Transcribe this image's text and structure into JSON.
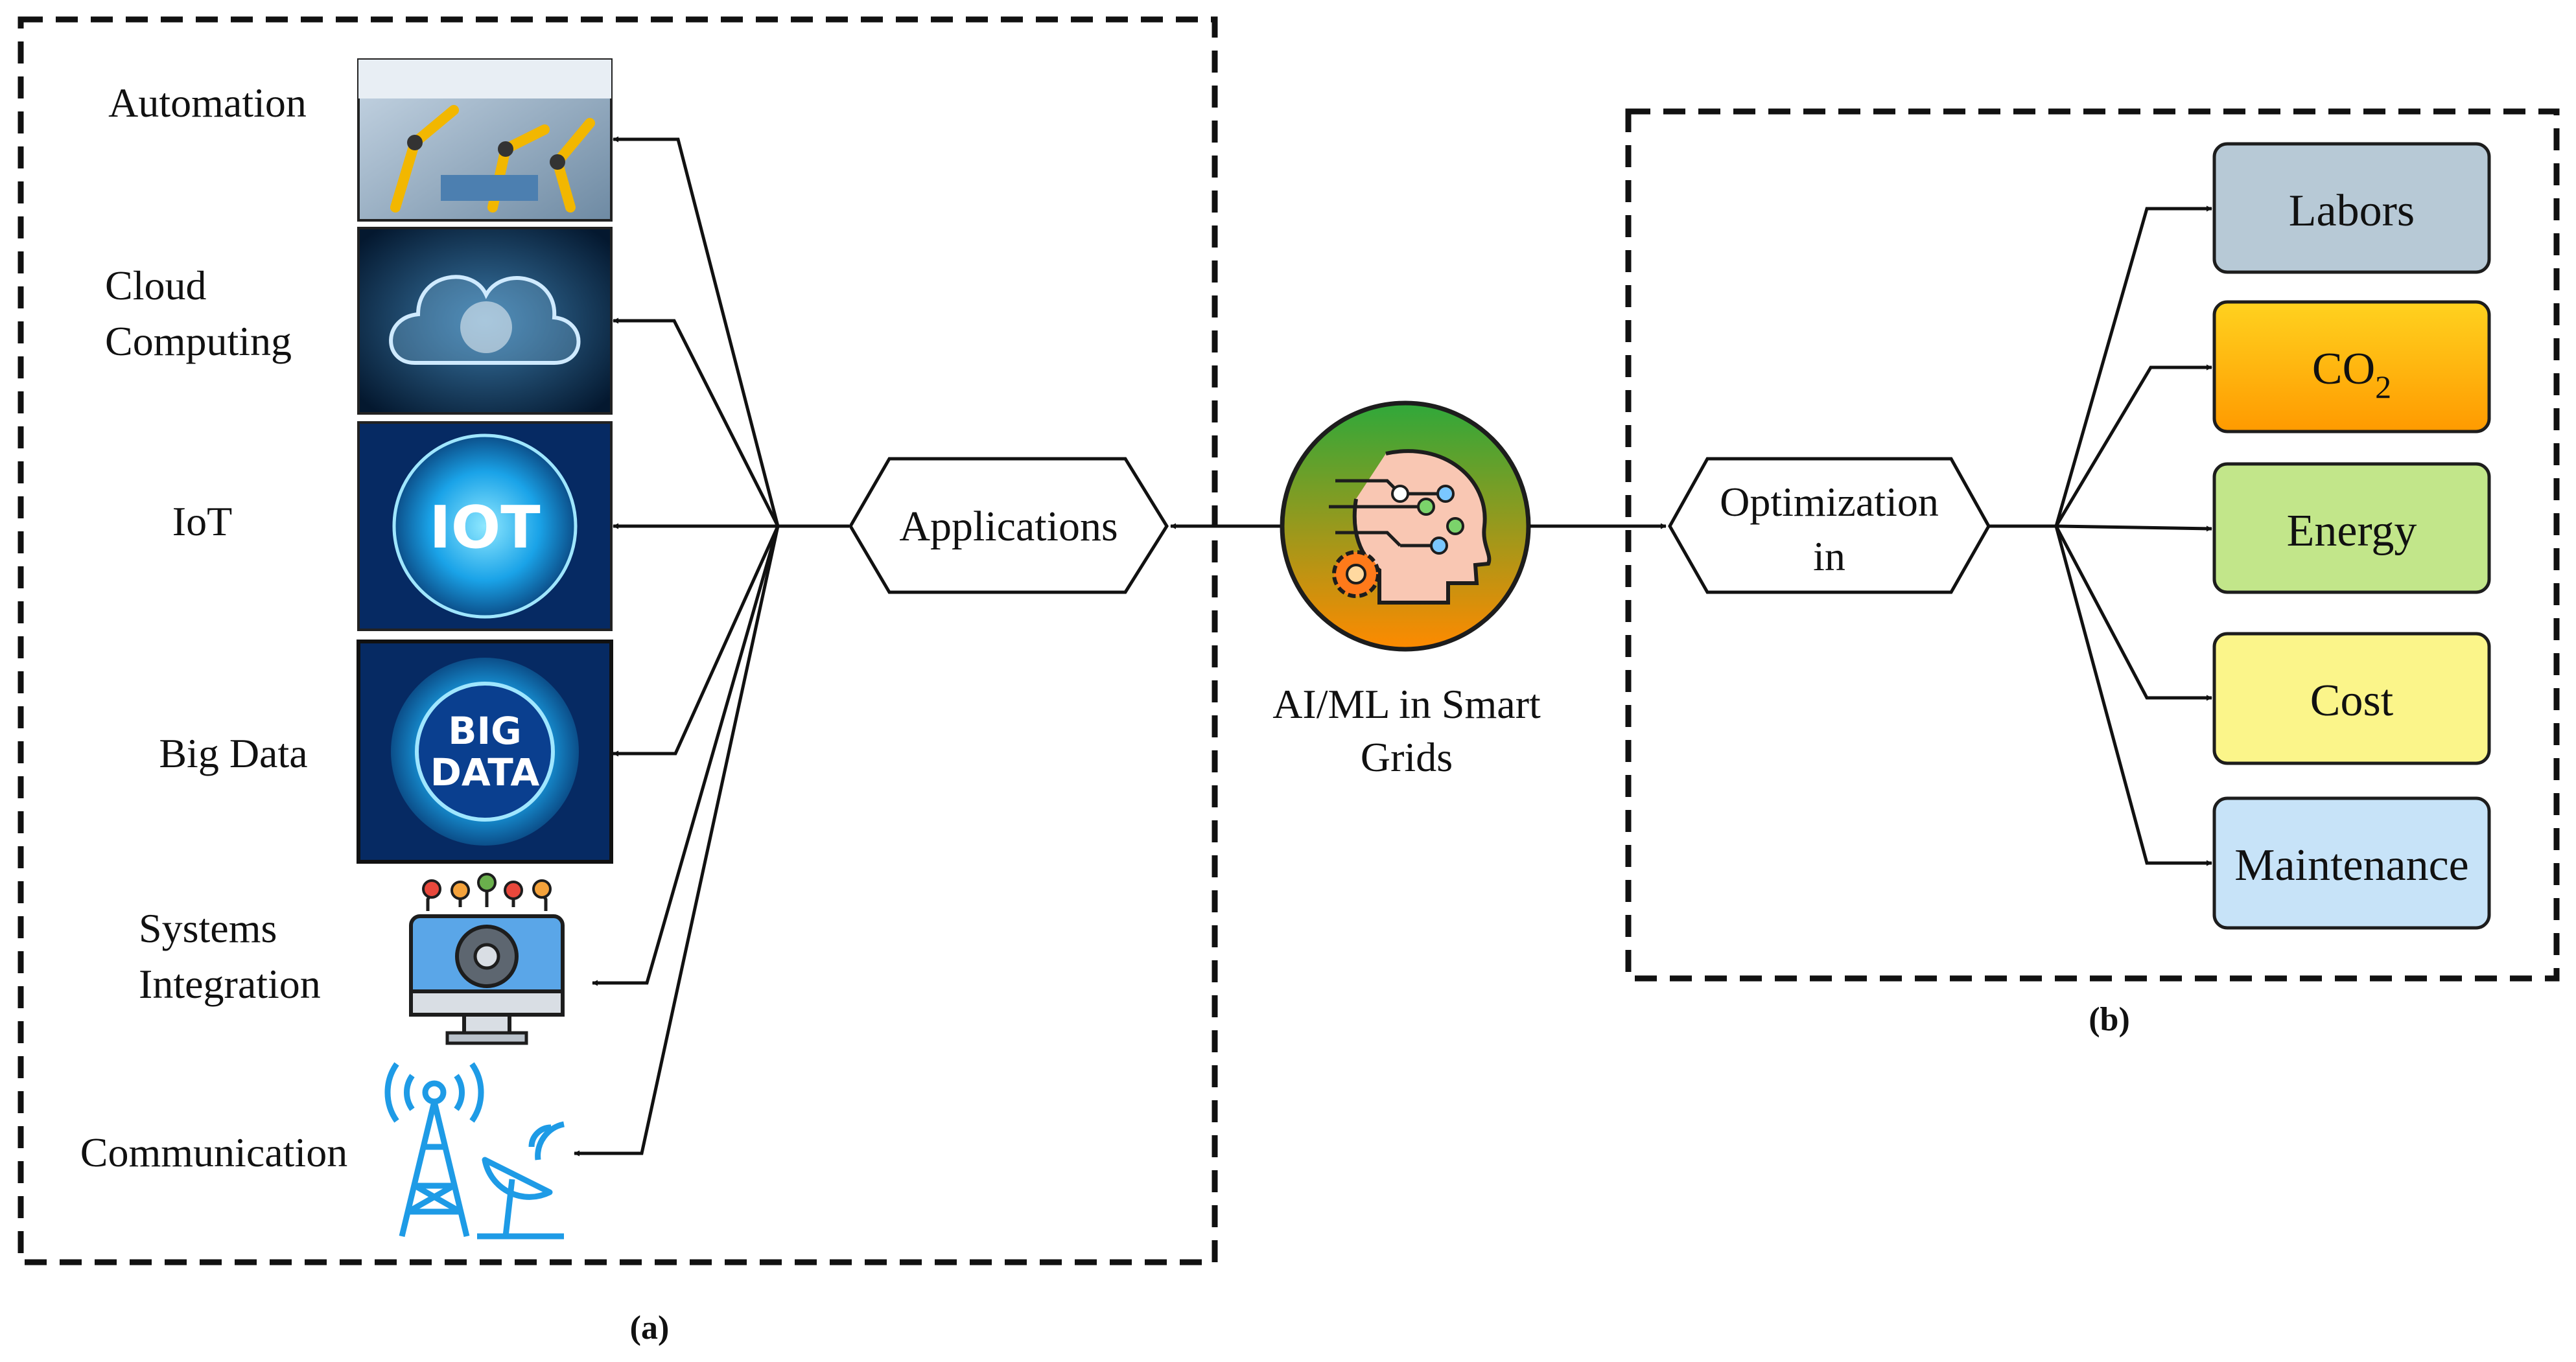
{
  "panel_a": {
    "caption": "(a)",
    "applications": [
      {
        "label_lines": [
          "Automation"
        ],
        "icon": "robot-arm-factory-icon"
      },
      {
        "label_lines": [
          "Cloud",
          "Computing"
        ],
        "icon": "digital-cloud-icon"
      },
      {
        "label_lines": [
          "IoT"
        ],
        "icon": "iot-globe-icon"
      },
      {
        "label_lines": [
          "Big Data"
        ],
        "icon": "big-data-sphere-icon"
      },
      {
        "label_lines": [
          "Systems",
          "Integration"
        ],
        "icon": "monitor-gear-network-icon"
      },
      {
        "label_lines": [
          "Communication"
        ],
        "icon": "radio-tower-satellite-dish-icon"
      }
    ],
    "hub_label": "Applications"
  },
  "center": {
    "icon": "ai-head-circuit-gear-icon",
    "label_lines": [
      "AI/ML in Smart",
      "Grids"
    ],
    "gradient": {
      "top": "#2fa83a",
      "bottom": "#ff8a00"
    }
  },
  "panel_b": {
    "caption": "(b)",
    "hub_label_lines": [
      "Optimization",
      "in"
    ],
    "targets": [
      {
        "label": "Labors",
        "fill": "#b7c9d6"
      },
      {
        "label": "CO",
        "subscript": "2",
        "fill": "#ffb000"
      },
      {
        "label": "Energy",
        "fill": "#c2e68a"
      },
      {
        "label": "Cost",
        "fill": "#fbf58a"
      },
      {
        "label": "Maintenance",
        "fill": "#c7e3f8"
      }
    ]
  }
}
